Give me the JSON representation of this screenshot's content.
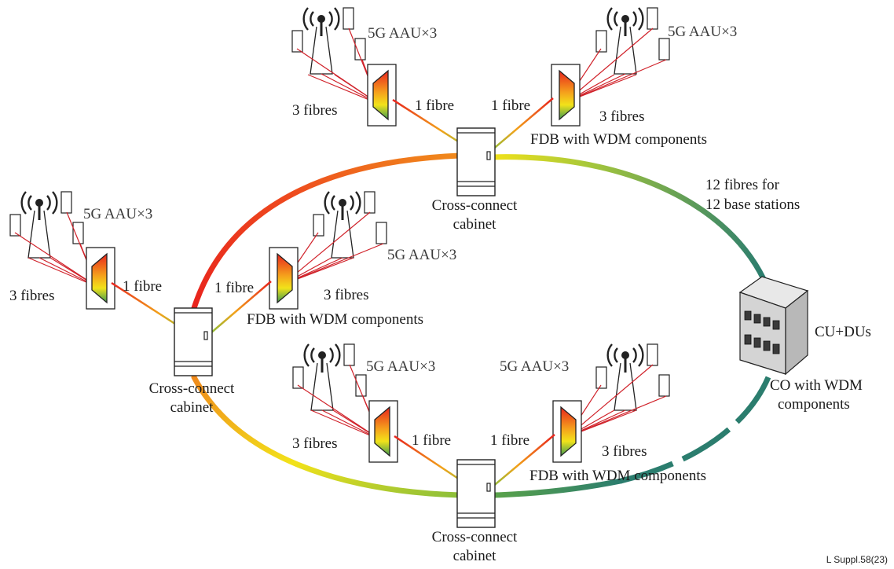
{
  "labels": {
    "aau": "5G AAU×3",
    "three_fibres": "3 fibres",
    "one_fibre": "1 fibre",
    "fdb": "FDB with WDM components",
    "cabinet_line1": "Cross-connect",
    "cabinet_line2": "cabinet",
    "fibres12_line1": "12 fibres for",
    "fibres12_line2": "12 base stations",
    "cu_dus": "CU+DUs",
    "co_line1": "CO with WDM",
    "co_line2": "components",
    "caption": "L Suppl.58(23)"
  },
  "colors": {
    "red": "#e8231d",
    "orange": "#f08a1c",
    "yellow": "#f2e21a",
    "green": "#8cbf3a",
    "teal": "#2b7d6e",
    "fibre_line": "#d0222a"
  }
}
